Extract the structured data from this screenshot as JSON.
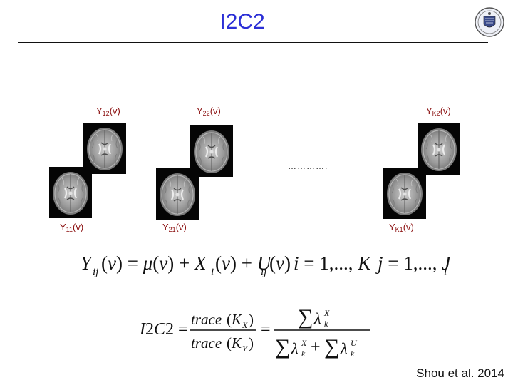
{
  "title": "I2C2",
  "labels": {
    "y12_base": "Y",
    "y12_sub": "12",
    "y12_arg": "(v)",
    "y22_base": "Y",
    "y22_sub": "22",
    "y22_arg": "(v)",
    "yk2_base": "Y",
    "yk2_sub": "K2",
    "yk2_arg": "(v)",
    "y11_base": "Y",
    "y11_sub": "11",
    "y11_arg": "(v)",
    "y21_base": "Y",
    "y21_sub": "21",
    "y21_arg": "(v)",
    "yk1_base": "Y",
    "yk1_sub": "K1",
    "yk1_arg": "(v)"
  },
  "ellipsis": "………….",
  "equations": {
    "model": "Y_ij(v) = μ(v) + X_i(v) + U_ij(v)",
    "i_range": "i = 1, ..., K",
    "j_range": "j = 1, ..., J_i",
    "i2c2": "I2C2 = trace(K_X) / trace(K_Y) = Σλ_k^X / (Σλ_k^X + Σλ_k^U)"
  },
  "credit": "Shou et al. 2014",
  "colors": {
    "title": "#2b2fd6",
    "labels": "#8b1010"
  },
  "icons": [
    "university-seal-icon",
    "brain-scan-image"
  ]
}
